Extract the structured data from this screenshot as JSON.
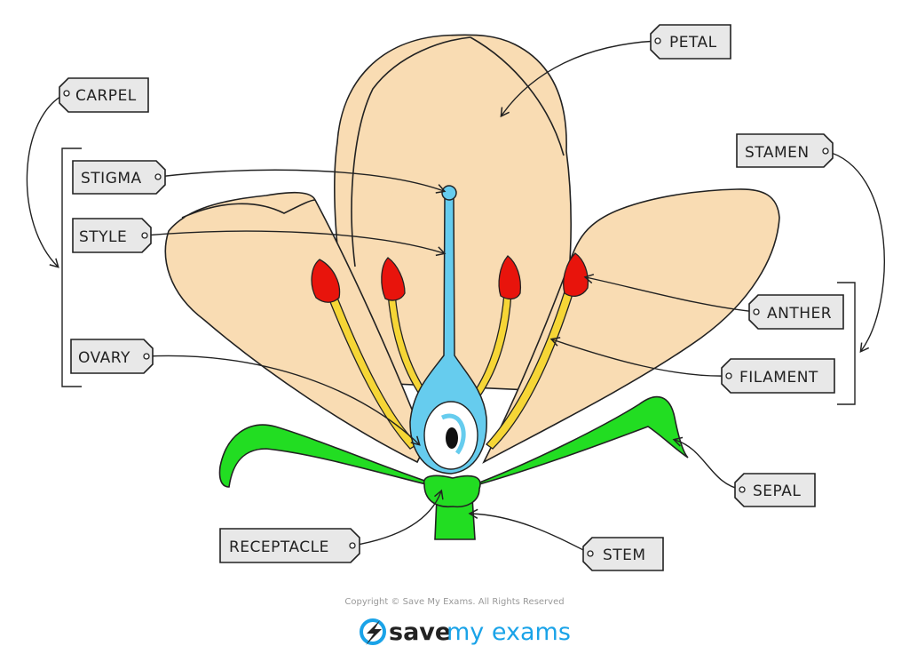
{
  "labels": {
    "petal": "PETAL",
    "carpel": "CARPEL",
    "stamen": "STAMEN",
    "stigma": "STIGMA",
    "style": "STYLE",
    "ovary": "OVARY",
    "anther": "ANTHER",
    "filament": "FILAMENT",
    "sepal": "SEPAL",
    "receptacle": "RECEPTACLE",
    "stem": "STEM"
  },
  "footer": {
    "copyright": "Copyright © Save My Exams. All Rights Reserved",
    "logo_save": "save",
    "logo_myexams": "my exams"
  },
  "colors": {
    "petal": "#f9dcb3",
    "sepal": "#22dd22",
    "carpel": "#66ccee",
    "filament": "#f6d636",
    "anther": "#e8140c",
    "brand": "#1aa3e8"
  }
}
